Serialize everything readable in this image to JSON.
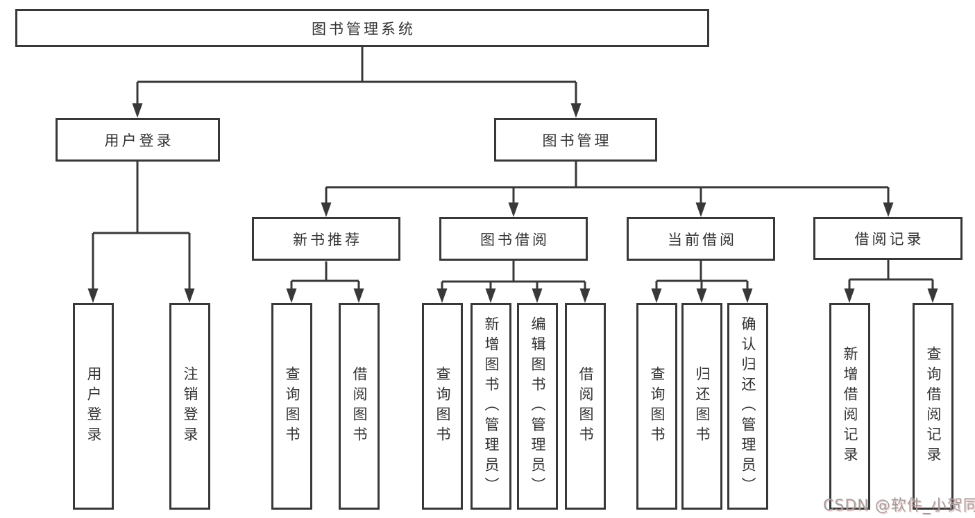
{
  "tree": {
    "root": {
      "label": "图书管理系统"
    },
    "branches": [
      {
        "label": "用户登录",
        "children": [
          {
            "label": "用户登录"
          },
          {
            "label": "注销登录"
          }
        ]
      },
      {
        "label": "图书管理",
        "sections": [
          {
            "label": "新书推荐",
            "children": [
              {
                "label": "查询图书"
              },
              {
                "label": "借阅图书"
              }
            ]
          },
          {
            "label": "图书借阅",
            "children": [
              {
                "label": "查询图书"
              },
              {
                "label": "新增图书（管理员）"
              },
              {
                "label": "编辑图书（管理员）"
              },
              {
                "label": "借阅图书"
              }
            ]
          },
          {
            "label": "当前借阅",
            "children": [
              {
                "label": "查询图书"
              },
              {
                "label": "归还图书"
              },
              {
                "label": "确认归还（管理员）"
              }
            ]
          },
          {
            "label": "借阅记录",
            "children": [
              {
                "label": "新增借阅记录"
              },
              {
                "label": "查询借阅记录"
              }
            ]
          }
        ]
      }
    ]
  },
  "watermark": {
    "text": "CSDN @软件_小贺同学"
  },
  "colors": {
    "line": "#383838",
    "text": "#333333",
    "background": "#ffffff",
    "watermark": "#9f9f9f"
  }
}
